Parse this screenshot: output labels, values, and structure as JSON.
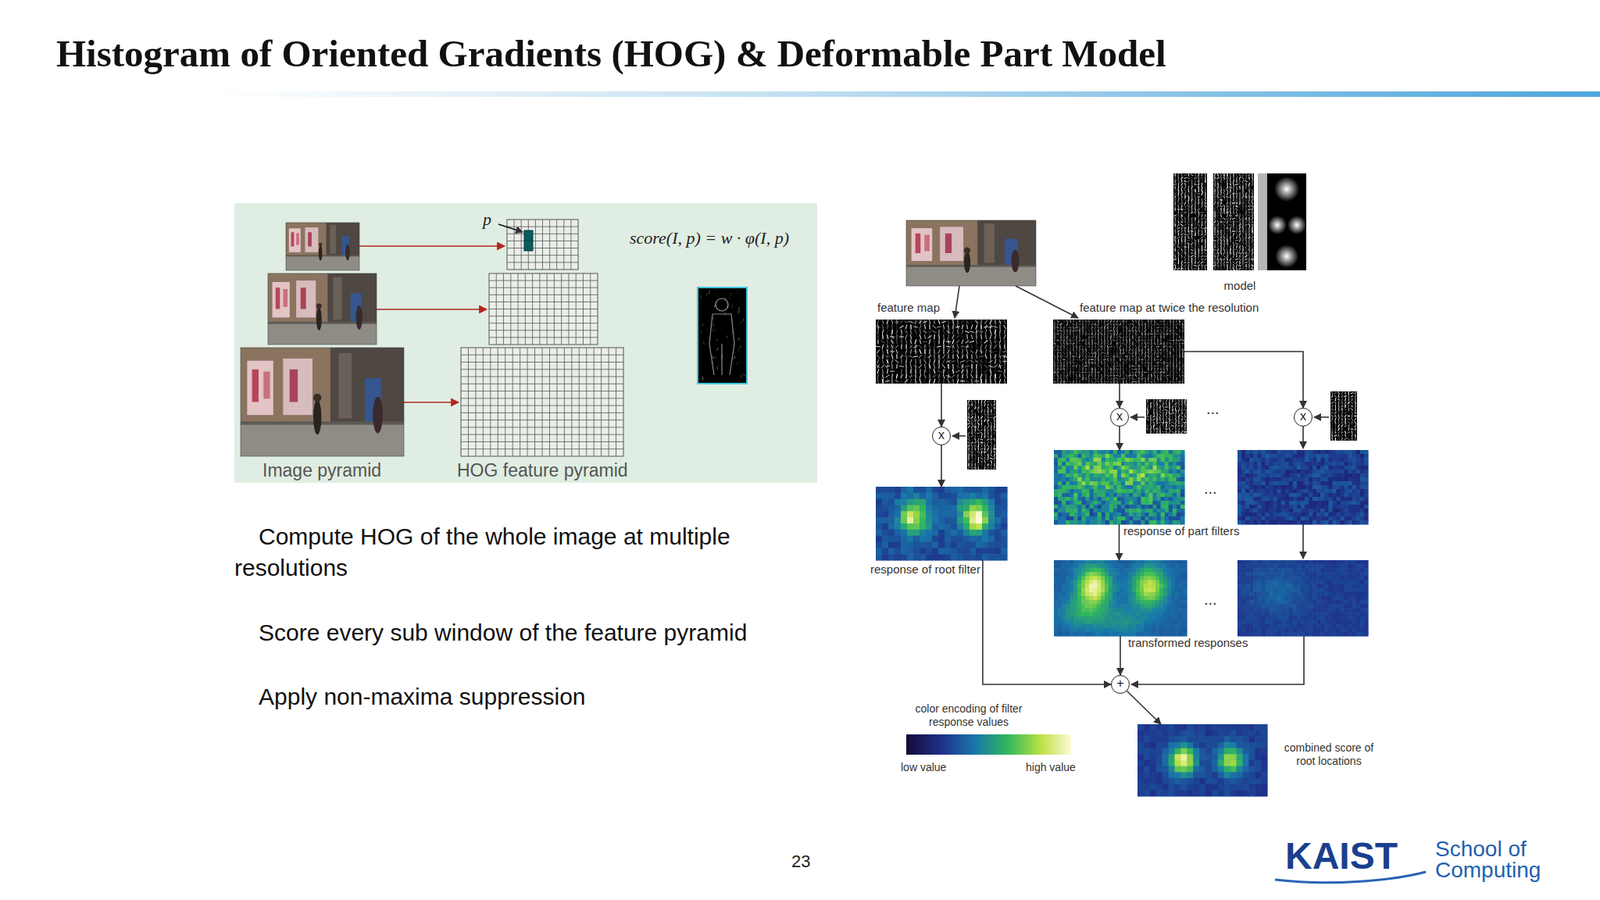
{
  "diagram": {
    "title": "Histogram of Oriented Gradients (HOG) & Deformable Part Model",
    "nodes": [
      {
        "text": [
          "feature map"
        ]
      },
      {
        "text": [
          "feature map at twice the resolution"
        ]
      },
      {
        "text": [
          "model"
        ]
      },
      {
        "text": [
          "x"
        ]
      },
      {
        "text": [
          "x"
        ]
      },
      {
        "text": [
          "x"
        ]
      },
      {
        "text": [
          "response of root filter"
        ]
      },
      {
        "text": [
          "response of part filters"
        ]
      },
      {
        "text": [
          "transformed responses"
        ]
      },
      {
        "text": [
          "+"
        ]
      },
      {
        "text": [
          "combined score of root locations"
        ]
      }
    ],
    "edges": [
      {
        "from": 0,
        "to": 3,
        "arrow": "to"
      },
      {
        "from": 3,
        "to": 6,
        "arrow": "to"
      },
      {
        "from": 1,
        "to": 4,
        "arrow": "to"
      },
      {
        "from": 4,
        "to": 7,
        "arrow": "to"
      },
      {
        "from": 7,
        "to": 8,
        "arrow": "to"
      },
      {
        "from": 6,
        "to": 9,
        "arrow": "to"
      },
      {
        "from": 8,
        "to": 9,
        "arrow": "to"
      },
      {
        "from": 9,
        "to": 10,
        "arrow": "to"
      },
      {
        "from": 1,
        "to": 5,
        "arrow": "to"
      }
    ],
    "labels": [
      "p",
      "score(I, p) = w · φ(I, p)",
      "Image pyramid",
      "HOG feature pyramid",
      "Compute HOG of the whole image at multiple resolutions",
      "Score every sub window of the feature pyramid",
      "Apply non-maxima suppression",
      "...",
      "...",
      "...",
      "color encoding of filter response values",
      "low value",
      "high value",
      "23",
      "KAIST",
      "School of Computing"
    ]
  }
}
